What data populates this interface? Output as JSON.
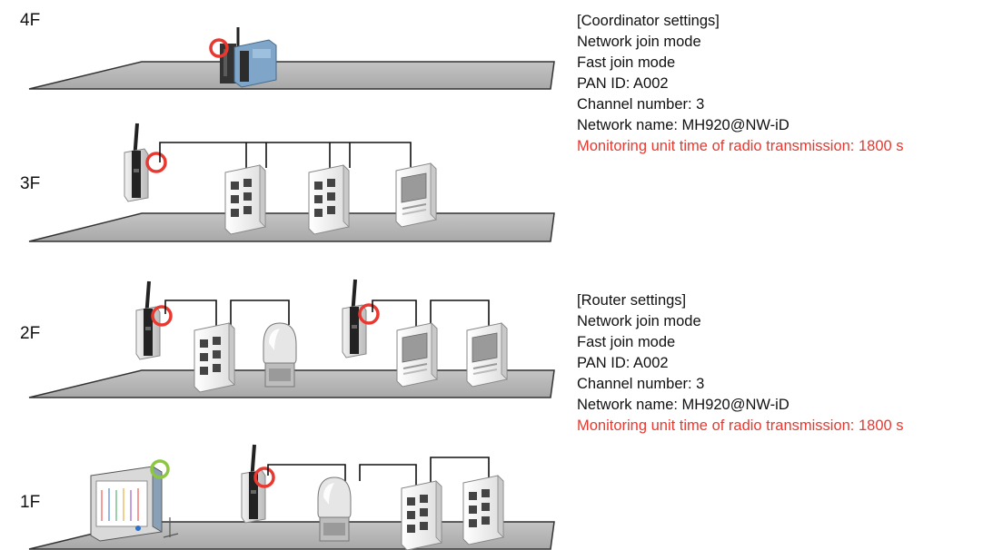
{
  "floors": [
    {
      "label": "4F"
    },
    {
      "label": "3F"
    },
    {
      "label": "2F"
    },
    {
      "label": "1F"
    }
  ],
  "coordinator_settings": {
    "heading": "[Coordinator settings]",
    "join_mode": "Network join mode",
    "fast_join": "Fast join mode",
    "pan_id": "PAN ID: A002",
    "channel": "Channel number: 3",
    "network_name": "Network name: MH920@NW-iD",
    "monitoring": "Monitoring unit time of radio transmission: 1800 s"
  },
  "router_settings": {
    "heading": "[Router settings]",
    "join_mode": "Network join mode",
    "fast_join": "Fast join mode",
    "pan_id": "PAN ID: A002",
    "channel": "Channel number: 3",
    "network_name": "Network name: MH920@NW-iD",
    "monitoring": "Monitoring unit time of radio transmission: 1800 s"
  },
  "colors": {
    "marker_red": "#e8382f",
    "marker_green": "#8dc63f",
    "floor_fill": "#b5b5b5",
    "highlight_text": "#e8382f"
  }
}
